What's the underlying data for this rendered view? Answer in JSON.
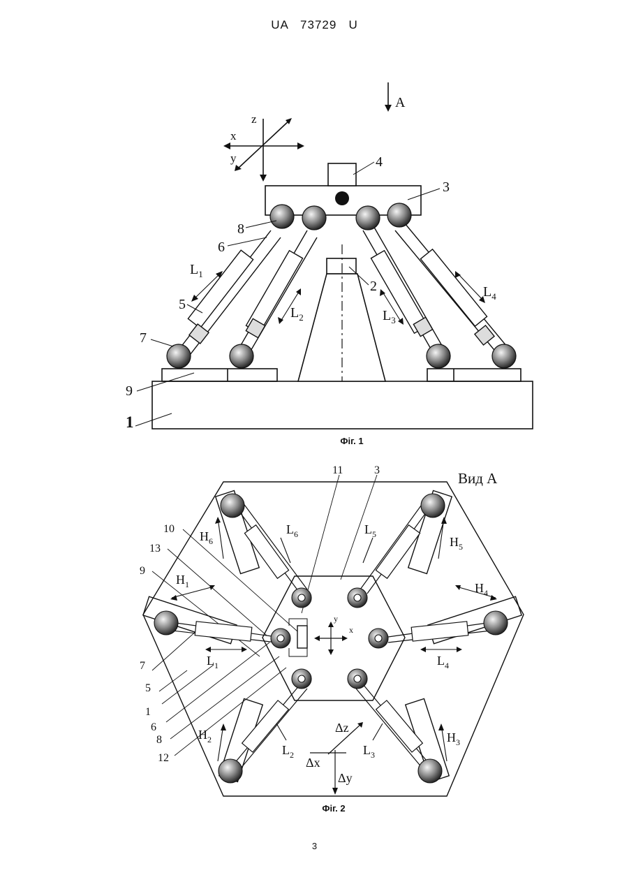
{
  "header": {
    "doc_number": "UA   73729   U"
  },
  "figure1": {
    "caption": "Фіг. 1",
    "direction_label": "A",
    "axes": {
      "x": "x",
      "y": "y",
      "z": "z"
    },
    "callouts": {
      "c1": "1",
      "c2": "2",
      "c3": "3",
      "c4": "4",
      "c5": "5",
      "c6": "6",
      "c7": "7",
      "c8": "8",
      "c9": "9"
    },
    "lengths": {
      "L1": "L",
      "L1_sub": "1",
      "L2": "L",
      "L2_sub": "2",
      "L3": "L",
      "L3_sub": "3",
      "L4": "L",
      "L4_sub": "4"
    }
  },
  "figure2": {
    "caption": "Фіг. 2",
    "view_label": "Вид А",
    "top_callouts": {
      "c11": "11",
      "c3": "3"
    },
    "left_callouts": {
      "c10": "10",
      "c13": "13",
      "c9": "9",
      "c7": "7",
      "c5": "5",
      "c1": "1",
      "c6": "6",
      "c8": "8",
      "c12": "12"
    },
    "lengths": {
      "L1": "L",
      "L1_sub": "1",
      "L2": "L",
      "L2_sub": "2",
      "L3": "L",
      "L3_sub": "3",
      "L4": "L",
      "L4_sub": "4",
      "L5": "L",
      "L5_sub": "5",
      "L6": "L",
      "L6_sub": "6"
    },
    "heights": {
      "H1": "H",
      "H1_sub": "1",
      "H2": "H",
      "H2_sub": "2",
      "H3": "H",
      "H3_sub": "3",
      "H4": "H",
      "H4_sub": "4",
      "H5": "H",
      "H5_sub": "5",
      "H6": "H",
      "H6_sub": "6"
    },
    "center_axes": {
      "x": "x",
      "y": "y"
    },
    "deltas": {
      "dz": "Δz",
      "dx": "Δx",
      "dy": "Δy"
    }
  },
  "page_number": "3"
}
